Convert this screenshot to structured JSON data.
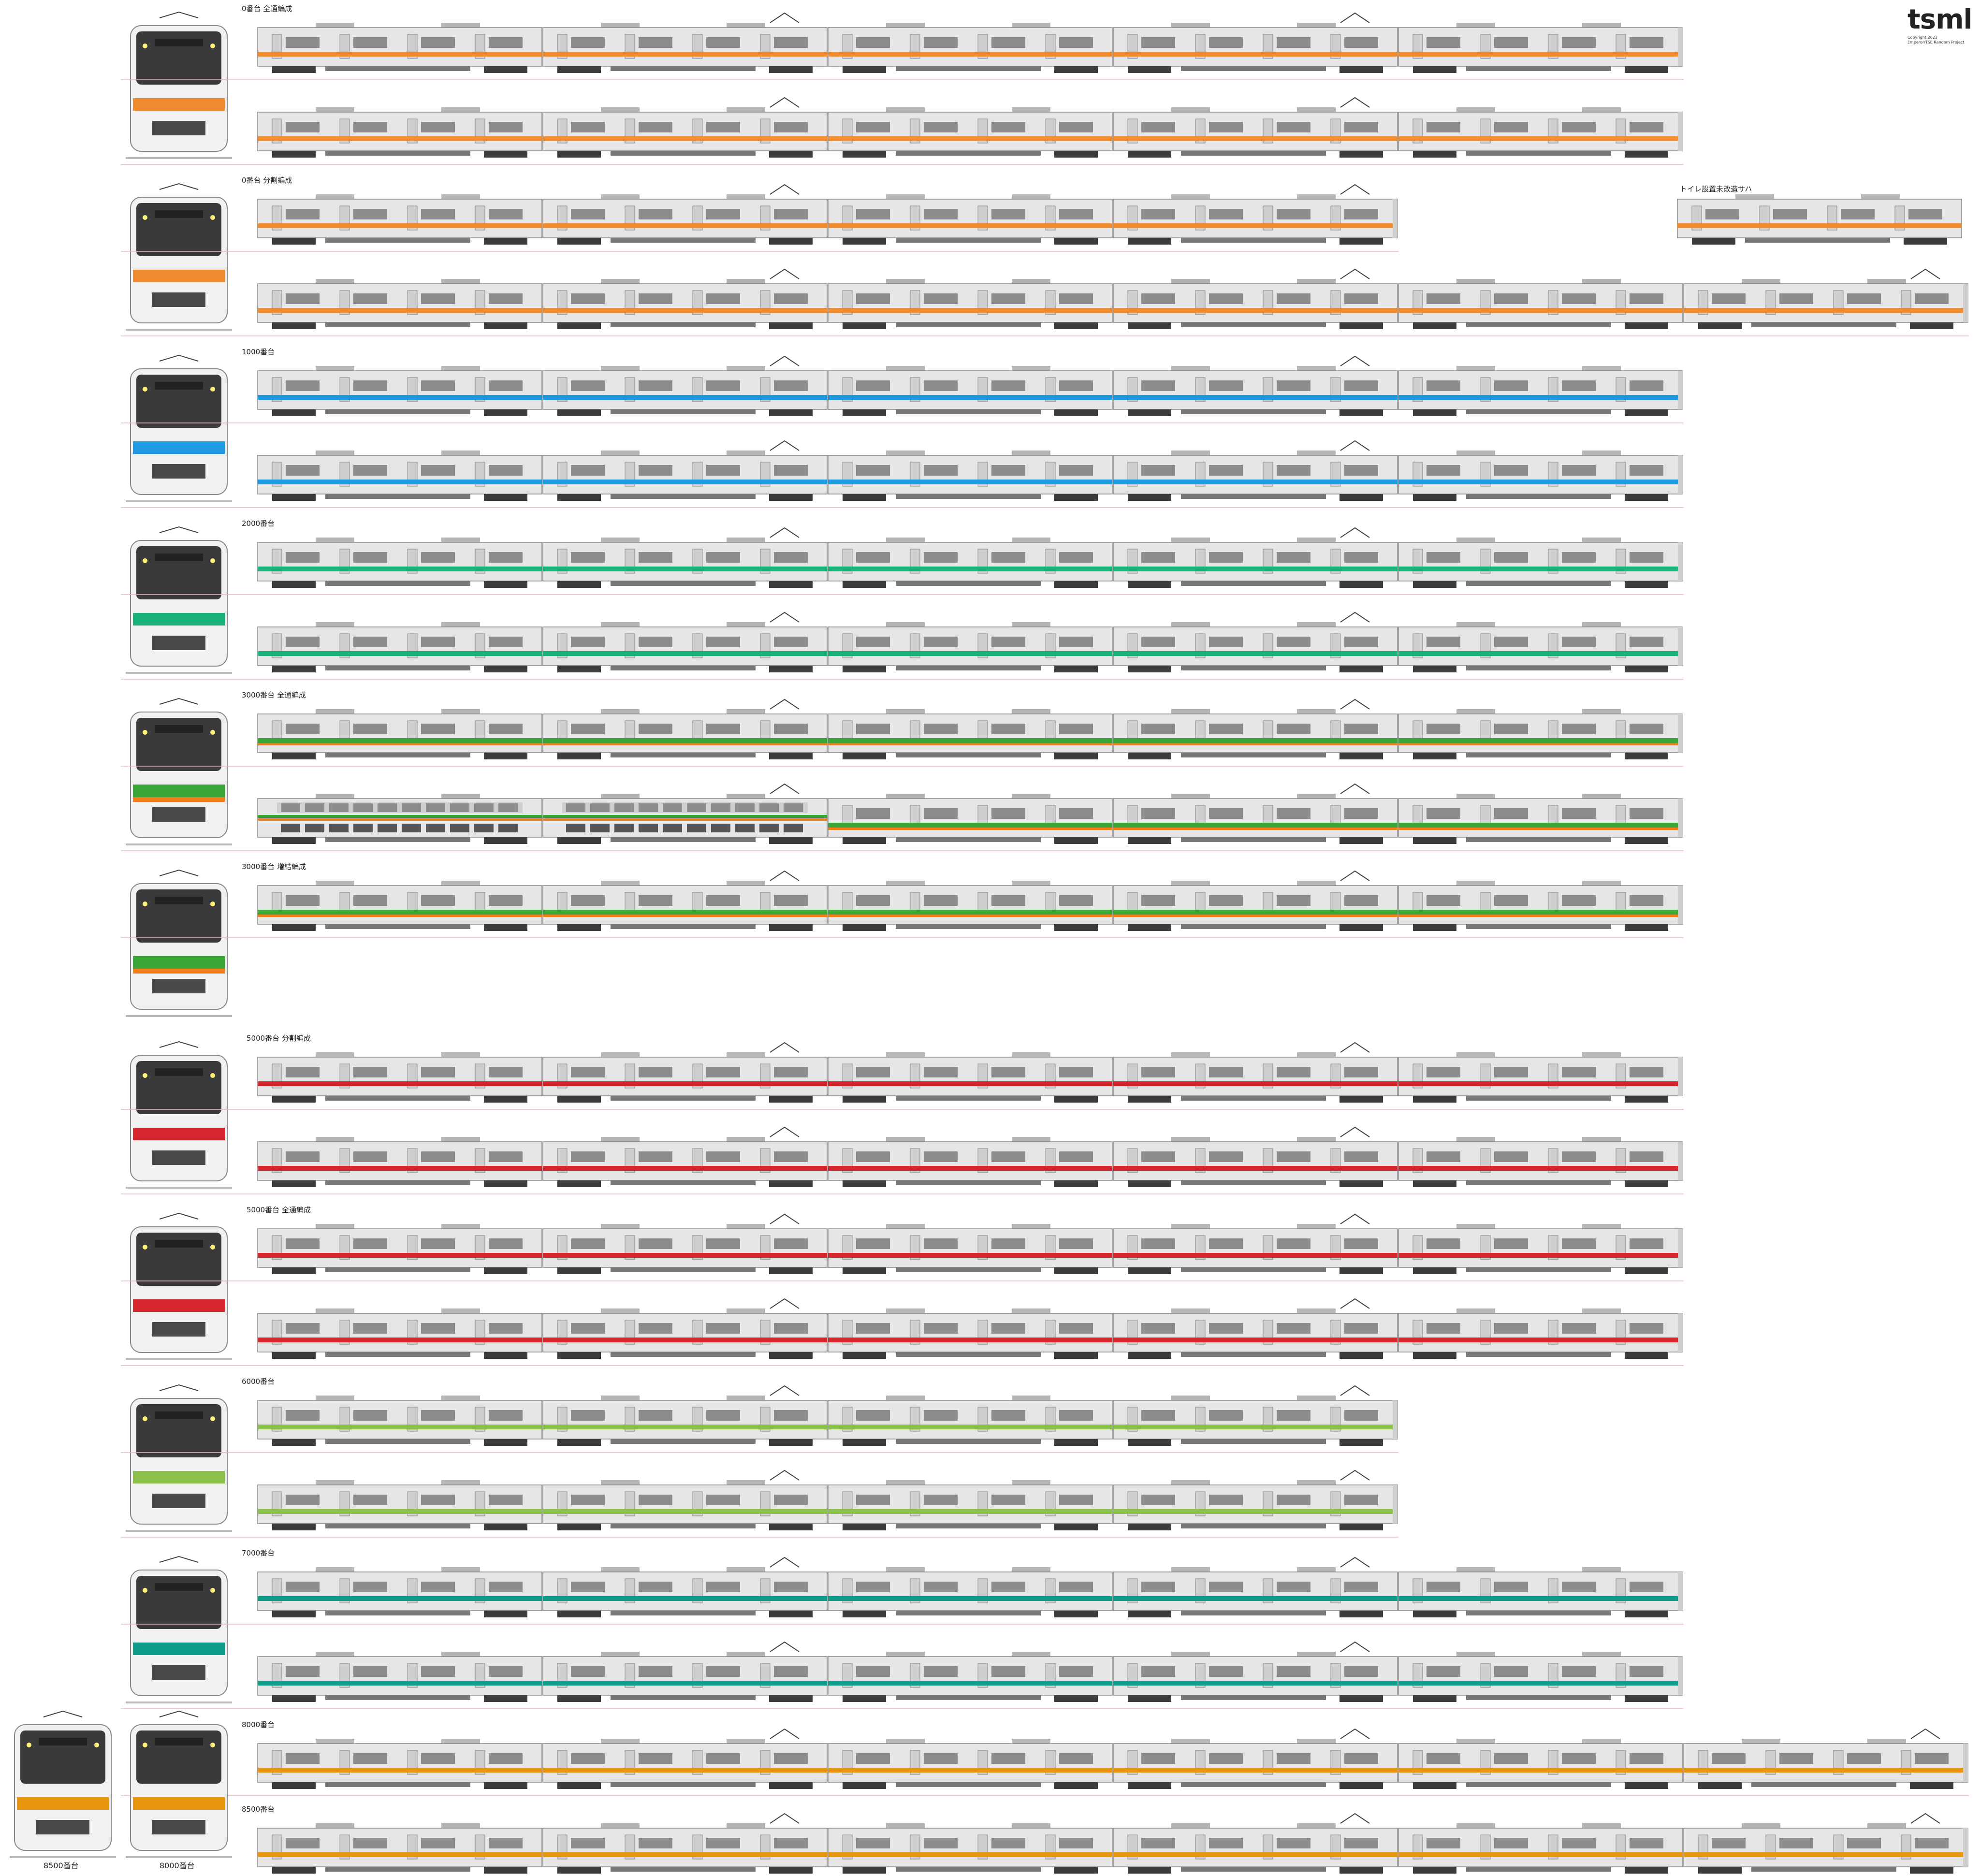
{
  "logo": {
    "text": "tsml",
    "small_line1": "Copyright 2023",
    "small_line2": "Emperor/TSE Random Project"
  },
  "colors": {
    "orange": "#f08a2e",
    "blue": "#1e9be0",
    "emerald": "#1bb27a",
    "green": "#3aa637",
    "shonan_orange": "#f07f1c",
    "red": "#d7282f",
    "yellowgreen": "#8cc04a",
    "teal": "#0f9d8a",
    "gold": "#e8960e",
    "body": "#e6e6e6",
    "window": "#8c8c8c",
    "undercar": "#3c3c3c",
    "rail": "#e8b8c4"
  },
  "sections": [
    {
      "label": "0番台 全通編成",
      "color": "orange",
      "rows": [
        5,
        5
      ],
      "extra": null
    },
    {
      "label": "0番台 分割編成",
      "color": "orange",
      "rows": [
        4,
        6
      ],
      "extra": "トイレ設置未改造サハ"
    },
    {
      "label": "1000番台",
      "color": "blue",
      "rows": [
        5,
        5
      ],
      "extra": null
    },
    {
      "label": "2000番台",
      "color": "emerald",
      "rows": [
        5,
        5
      ],
      "extra": null
    },
    {
      "label": "3000番台 全通編成",
      "color": "green",
      "stripe2": "shonan_orange",
      "rows": [
        5,
        5
      ],
      "green_cars": 2,
      "extra": null
    },
    {
      "label": "3000番台 増結編成",
      "color": "green",
      "stripe2": "shonan_orange",
      "rows": [
        5
      ],
      "extra": null
    },
    {
      "label": "5000番台 分割編成",
      "color": "red",
      "rows": [
        5,
        5
      ],
      "extra": null
    },
    {
      "label": "5000番台 全通編成",
      "color": "red",
      "rows": [
        5,
        5
      ],
      "extra": null
    },
    {
      "label": "6000番台",
      "color": "yellowgreen",
      "rows": [
        4,
        4
      ],
      "extra": null
    },
    {
      "label": "7000番台",
      "color": "teal",
      "rows": [
        5,
        5
      ],
      "extra": null
    },
    {
      "label": "8000番台",
      "color": "gold",
      "rows": [
        6
      ],
      "extra": null
    },
    {
      "label": "8500番台",
      "color": "gold",
      "rows": [
        6
      ],
      "extra": null
    }
  ],
  "bottom_captions": [
    "8500番台",
    "8000番台"
  ]
}
